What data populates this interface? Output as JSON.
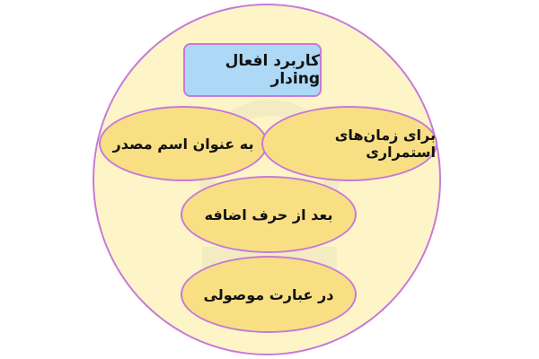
{
  "diagram": {
    "title": "کاربرد افعال ingدار",
    "items": [
      "به عنوان اسم مصدر",
      "برای زمان‌های استمراری",
      "بعد از حرف اضافه",
      "در عبارت موصولی"
    ]
  },
  "colors": {
    "circle_fill": "#fdf5c8",
    "title_fill": "#add8f6",
    "oval_fill": "#f8df84",
    "border": "#c77ad8"
  }
}
